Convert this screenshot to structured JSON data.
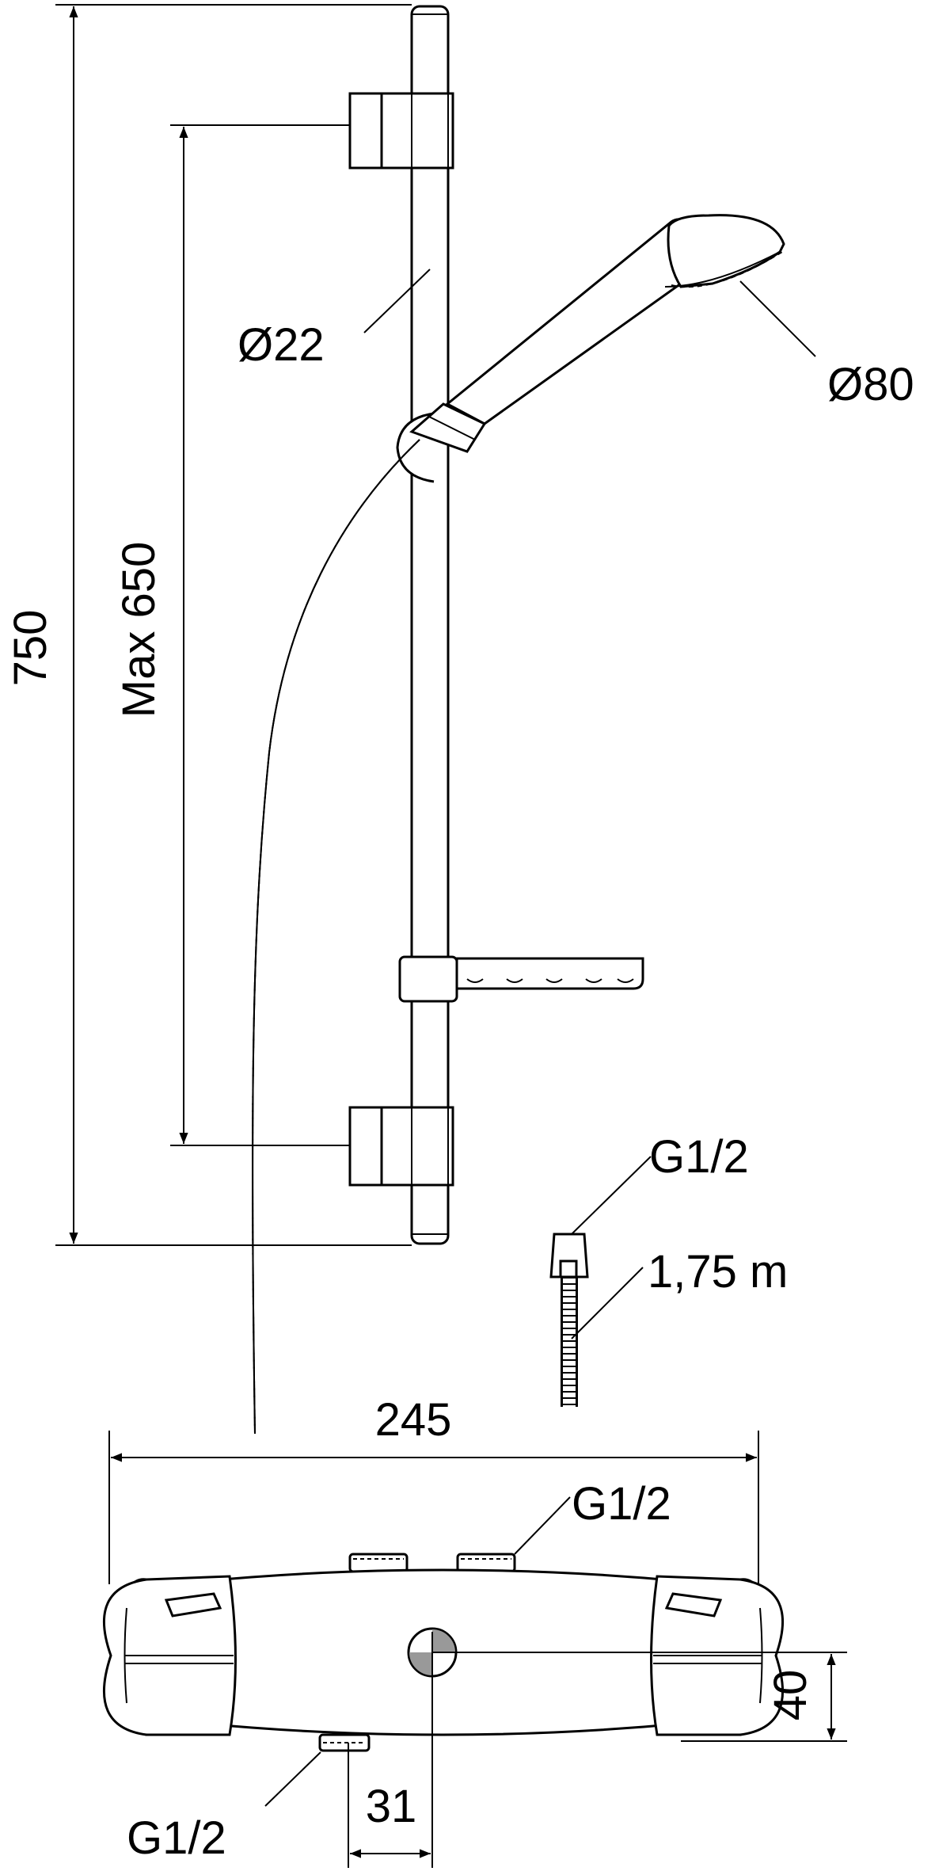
{
  "dimensions": {
    "height_total": "750",
    "max_slide": "Max 650",
    "rail_diameter": "Ø22",
    "head_diameter": "Ø80",
    "hose_connection": "G1/2",
    "hose_length": "1,75 m",
    "mixer_width": "245",
    "mixer_inlet_top": "G1/2",
    "mixer_outlet_bottom": "G1/2",
    "outlet_offset": "31",
    "mixer_depth": "40"
  },
  "colors": {
    "line": "#000000",
    "fill": "#ffffff",
    "center_mark": "#999999"
  }
}
